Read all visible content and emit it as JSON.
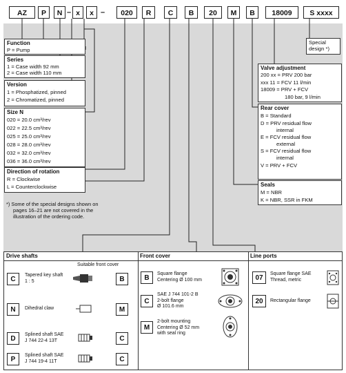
{
  "ordering_code": [
    "AZ",
    "P",
    "N",
    "–",
    "x",
    "x",
    "–",
    "020",
    "R",
    "C",
    "B",
    "20",
    "M",
    "B",
    "18009",
    "S xxxx"
  ],
  "special_design": "Special design *)",
  "function": {
    "title": "Function",
    "rows": [
      "P = Pump"
    ]
  },
  "series": {
    "title": "Series",
    "rows": [
      "1 = Case width 92 mm",
      "2 = Case width 110 mm"
    ]
  },
  "version": {
    "title": "Version",
    "rows": [
      "1 = Phosphatized, pinned",
      "2 = Chromatized, pinned"
    ]
  },
  "size": {
    "title": "Size N",
    "rows": [
      "020 = 20.0 cm³/rev",
      "022 = 22.5 cm³/rev",
      "025 = 25.0 cm³/rev",
      "028 = 28.0 cm³/rev",
      "032 = 32.0 cm³/rev",
      "036 = 36.0 cm³/rev"
    ]
  },
  "rotation": {
    "title": "Direction of rotation",
    "rows": [
      "R = Clockwise",
      "L = Counterclockwise"
    ]
  },
  "footnote": [
    "*) Some of the special designs shown on",
    "pages 16–21 are not covered in the",
    "illustration of the ordering code."
  ],
  "valve": {
    "title": "Valve adjustment",
    "rows": [
      "200 xx = PRV 200 bar",
      "xxx 11 = FCV 11 l/min",
      "18009 = PRV + FCV",
      "180 bar, 9 l/min"
    ]
  },
  "rear_cover": {
    "title": "Rear cover",
    "rows": [
      "B = Standard",
      "D = PRV residual flow",
      "internal",
      "E = FCV residual flow",
      "external",
      "S = FCV residual flow",
      "internal",
      "V = PRV + FCV"
    ]
  },
  "seals": {
    "title": "Seals",
    "rows": [
      "M = NBR",
      "K = NBR, SSR in FKM"
    ]
  },
  "drive_shafts": {
    "title": "Drive shafts",
    "suitable_label": "Suitable front cover",
    "items": [
      {
        "code": "C",
        "desc": [
          "Tapered key shaft",
          "1 : 5"
        ],
        "cover": "B"
      },
      {
        "code": "N",
        "desc": [
          "Dihedral claw"
        ],
        "cover": "M"
      },
      {
        "code": "D",
        "desc": [
          "Splined shaft SAE",
          "J 744 22-4 13T"
        ],
        "cover": "C"
      },
      {
        "code": "P",
        "desc": [
          "Splined shaft SAE",
          "J 744 19-4 11T"
        ],
        "cover": "C"
      }
    ]
  },
  "front_cover": {
    "title": "Front cover",
    "items": [
      {
        "code": "B",
        "desc": [
          "Square flange",
          "Centering Ø 100 mm"
        ]
      },
      {
        "code": "C",
        "desc": [
          "SAE J 744 101-2 B",
          "2-bolt flange",
          "Ø 101.6 mm"
        ]
      },
      {
        "code": "M",
        "desc": [
          "2-bolt mounting",
          "Centering Ø 52 mm",
          "with seal ring"
        ]
      }
    ]
  },
  "line_ports": {
    "title": "Line ports",
    "items": [
      {
        "code": "07",
        "desc": [
          "Square flange SAE",
          "Thread, metric"
        ]
      },
      {
        "code": "20",
        "desc": [
          "Rectangular flange"
        ]
      }
    ]
  }
}
